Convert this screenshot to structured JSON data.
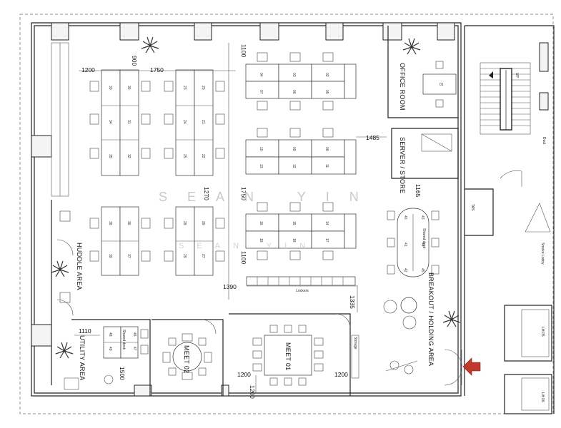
{
  "watermark": {
    "primary": "SEAN YIN",
    "secondary": "SEAN YIN"
  },
  "rooms": {
    "office_room": "OFFICE ROOM",
    "server_store": "SERVER / STORE",
    "huddle_area": "HUDDLE AREA",
    "utility_area": "UTILITY AREA",
    "meet_01": "MEET 01",
    "meet_02": "MEET 02",
    "breakout": "BREAKOUT / HOLDING AREA",
    "smoke_lobby": "Smoke Lobby",
    "tas": "TAS",
    "duct": "Duct",
    "lift_05": "Lift 05",
    "lift_06": "Lift 06",
    "up": "UP"
  },
  "labels": {
    "lockers": "Lockers",
    "storage": "Storage",
    "shared_desk_1": "Shared desk",
    "shared_desk_2": "Shared desk"
  },
  "dimensions": {
    "d900": "900",
    "d1200_top": "1200",
    "d1750_top": "1750",
    "d1100_top": "1100",
    "d1485": "1485",
    "d1270": "1270",
    "d1750_mid": "1750",
    "d1165": "1165",
    "d1100_mid": "1100",
    "d1390": "1390",
    "d1335": "1335",
    "d1110": "1110",
    "d1500": "1500",
    "d1200_meet_left": "1200",
    "d1200_meet_right": "1200",
    "d1200_meet_bottom": "1200"
  },
  "desks": {
    "block_a_left": [
      "33",
      "34",
      "35"
    ],
    "block_a_right": [
      "30",
      "31",
      "32"
    ],
    "block_b_left": [
      "23",
      "24",
      "25"
    ],
    "block_b_right": [
      "20",
      "21",
      "22"
    ],
    "block_c_left": [
      "38",
      "39"
    ],
    "block_c_right": [
      "36",
      "37"
    ],
    "block_d_left": [
      "28",
      "29"
    ],
    "block_d_right": [
      "26",
      "27"
    ],
    "row1_top": [
      "04",
      "03",
      "02"
    ],
    "row1_bottom": [
      "07",
      "06",
      "05"
    ],
    "row2_top": [
      "10",
      "09",
      "08"
    ],
    "row2_bottom": [
      "13",
      "12",
      "11"
    ],
    "row3_top": [
      "16",
      "15",
      "14"
    ],
    "row3_bottom": [
      "19",
      "18",
      "17"
    ],
    "office": "01",
    "breakout_top": [
      "40",
      "43"
    ],
    "breakout_mid": [
      "41",
      "44"
    ],
    "breakout_bottom": [
      "42",
      "45"
    ],
    "utility_left": [
      "48",
      "49"
    ],
    "utility_right": [
      "46",
      "47"
    ]
  },
  "colors": {
    "wall": "#222222",
    "entry_arrow": "#c0392b",
    "watermark": "#c8c8c8"
  },
  "icons": {
    "plant": "plant-icon",
    "entry": "entry-arrow-icon"
  }
}
